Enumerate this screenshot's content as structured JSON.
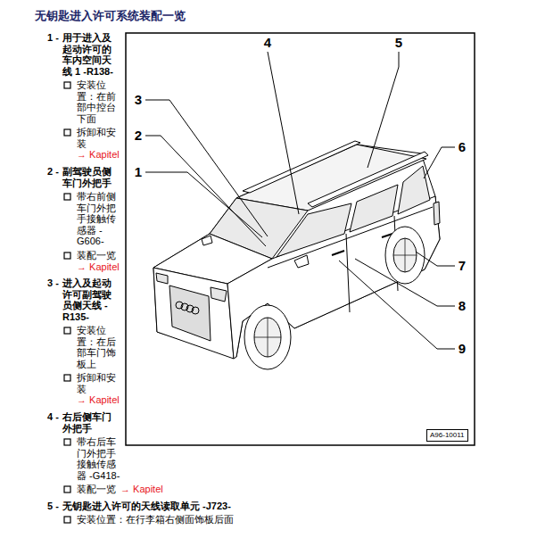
{
  "diagram": {
    "title": "无钥匙进入许可系统装配一览",
    "nodes": [
      {
        "text": [
          "A96-10011"
        ]
      }
    ],
    "labels": [
      "1 -",
      "用于进入及 起动许可的 车内空间天 线 1 -R138-",
      "安装位 置：在前 部中控台 下面",
      "拆卸和安 装",
      "→ Kapitel",
      "2 -",
      "副驾驶员侧 车门外把手",
      "带右前侧 车门外把 手接触传 感器 - G606-",
      "装配一览",
      "→ Kapitel",
      "3 -",
      "进入及起动 许可副驾驶 员侧天线 - R135-",
      "安装位 置：在后 部车门饰 板上",
      "拆卸和安 装",
      "→ Kapitel",
      "4 -",
      "右后侧车门 外把手",
      "带右后车 门外把手 接触传感 器 -G418-",
      "装配一览",
      "→ Kapitel",
      "5 -",
      "无钥匙进入许可的天线读取单元 -J723-",
      "安装位置：在行李箱右侧面饰板后面",
      "4",
      "5",
      "3",
      "2",
      "1",
      "6",
      "7",
      "8",
      "9"
    ]
  }
}
